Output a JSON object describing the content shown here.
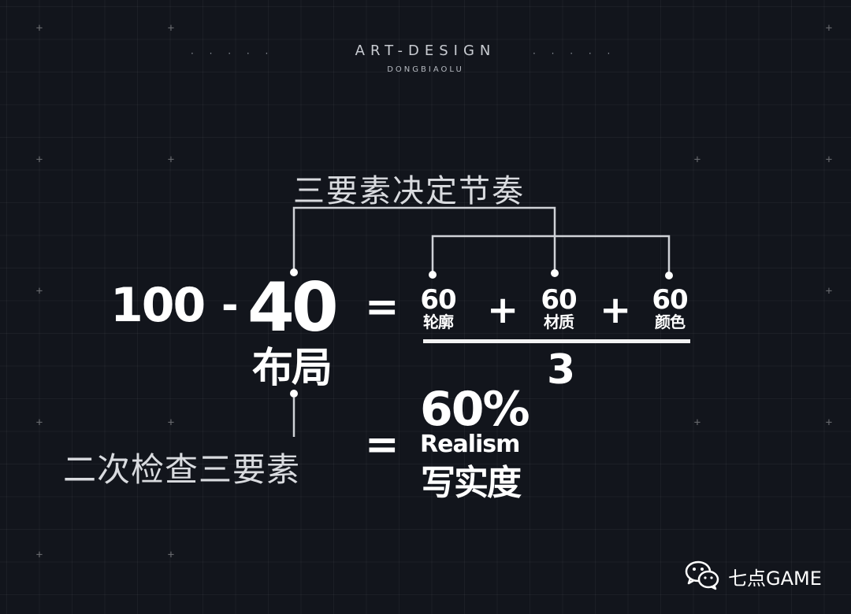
{
  "header": {
    "title": "ART-DESIGN",
    "subtitle": "DONGBIAOLU",
    "dots_left": "· · · · ·",
    "dots_right": "· · · · ·"
  },
  "top_label": "三要素决定节奏",
  "formula": {
    "base": "100",
    "minus": "-",
    "subtract_value": "40",
    "subtract_label": "布局",
    "equals": "=",
    "terms": [
      {
        "value": "60",
        "label": "轮廓"
      },
      {
        "value": "60",
        "label": "材质"
      },
      {
        "value": "60",
        "label": "颜色"
      }
    ],
    "plus": "+",
    "denominator": "3"
  },
  "bottom_label": "二次检查三要素",
  "result": {
    "equals": "=",
    "percent": "60%",
    "label_en": "Realism",
    "label_zh": "写实度"
  },
  "watermark": {
    "text": "七点GAME",
    "icon": "wechat-icon"
  },
  "colors": {
    "background": "#12151c",
    "text": "#ffffff",
    "line": "#d9dbdf"
  }
}
